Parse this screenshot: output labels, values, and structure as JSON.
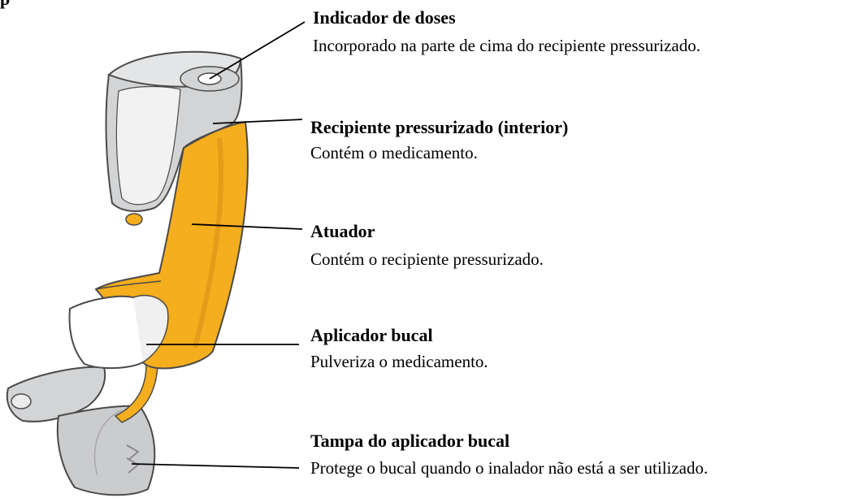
{
  "labels": [
    {
      "title": "Indicador de doses",
      "description": "Incorporado na parte de cima do recipiente pressurizado."
    },
    {
      "title": "Recipiente pressurizado (interior)",
      "description": "Contém o medicamento."
    },
    {
      "title": "Atuador",
      "description": "Contém o recipiente pressurizado."
    },
    {
      "title": "Aplicador bucal",
      "description": "Pulveriza o medicamento."
    },
    {
      "title": "Tampa do aplicador bucal",
      "description": "Protege o bucal quando o inalador não está a ser utilizado."
    }
  ],
  "colors": {
    "actuator": "#F5AE1D",
    "actuator_shadow": "#D8901A",
    "canister": "#D3D4D6",
    "canister_highlight": "#F2F2F2",
    "outline": "#4A4A4A",
    "text": "#000000"
  }
}
